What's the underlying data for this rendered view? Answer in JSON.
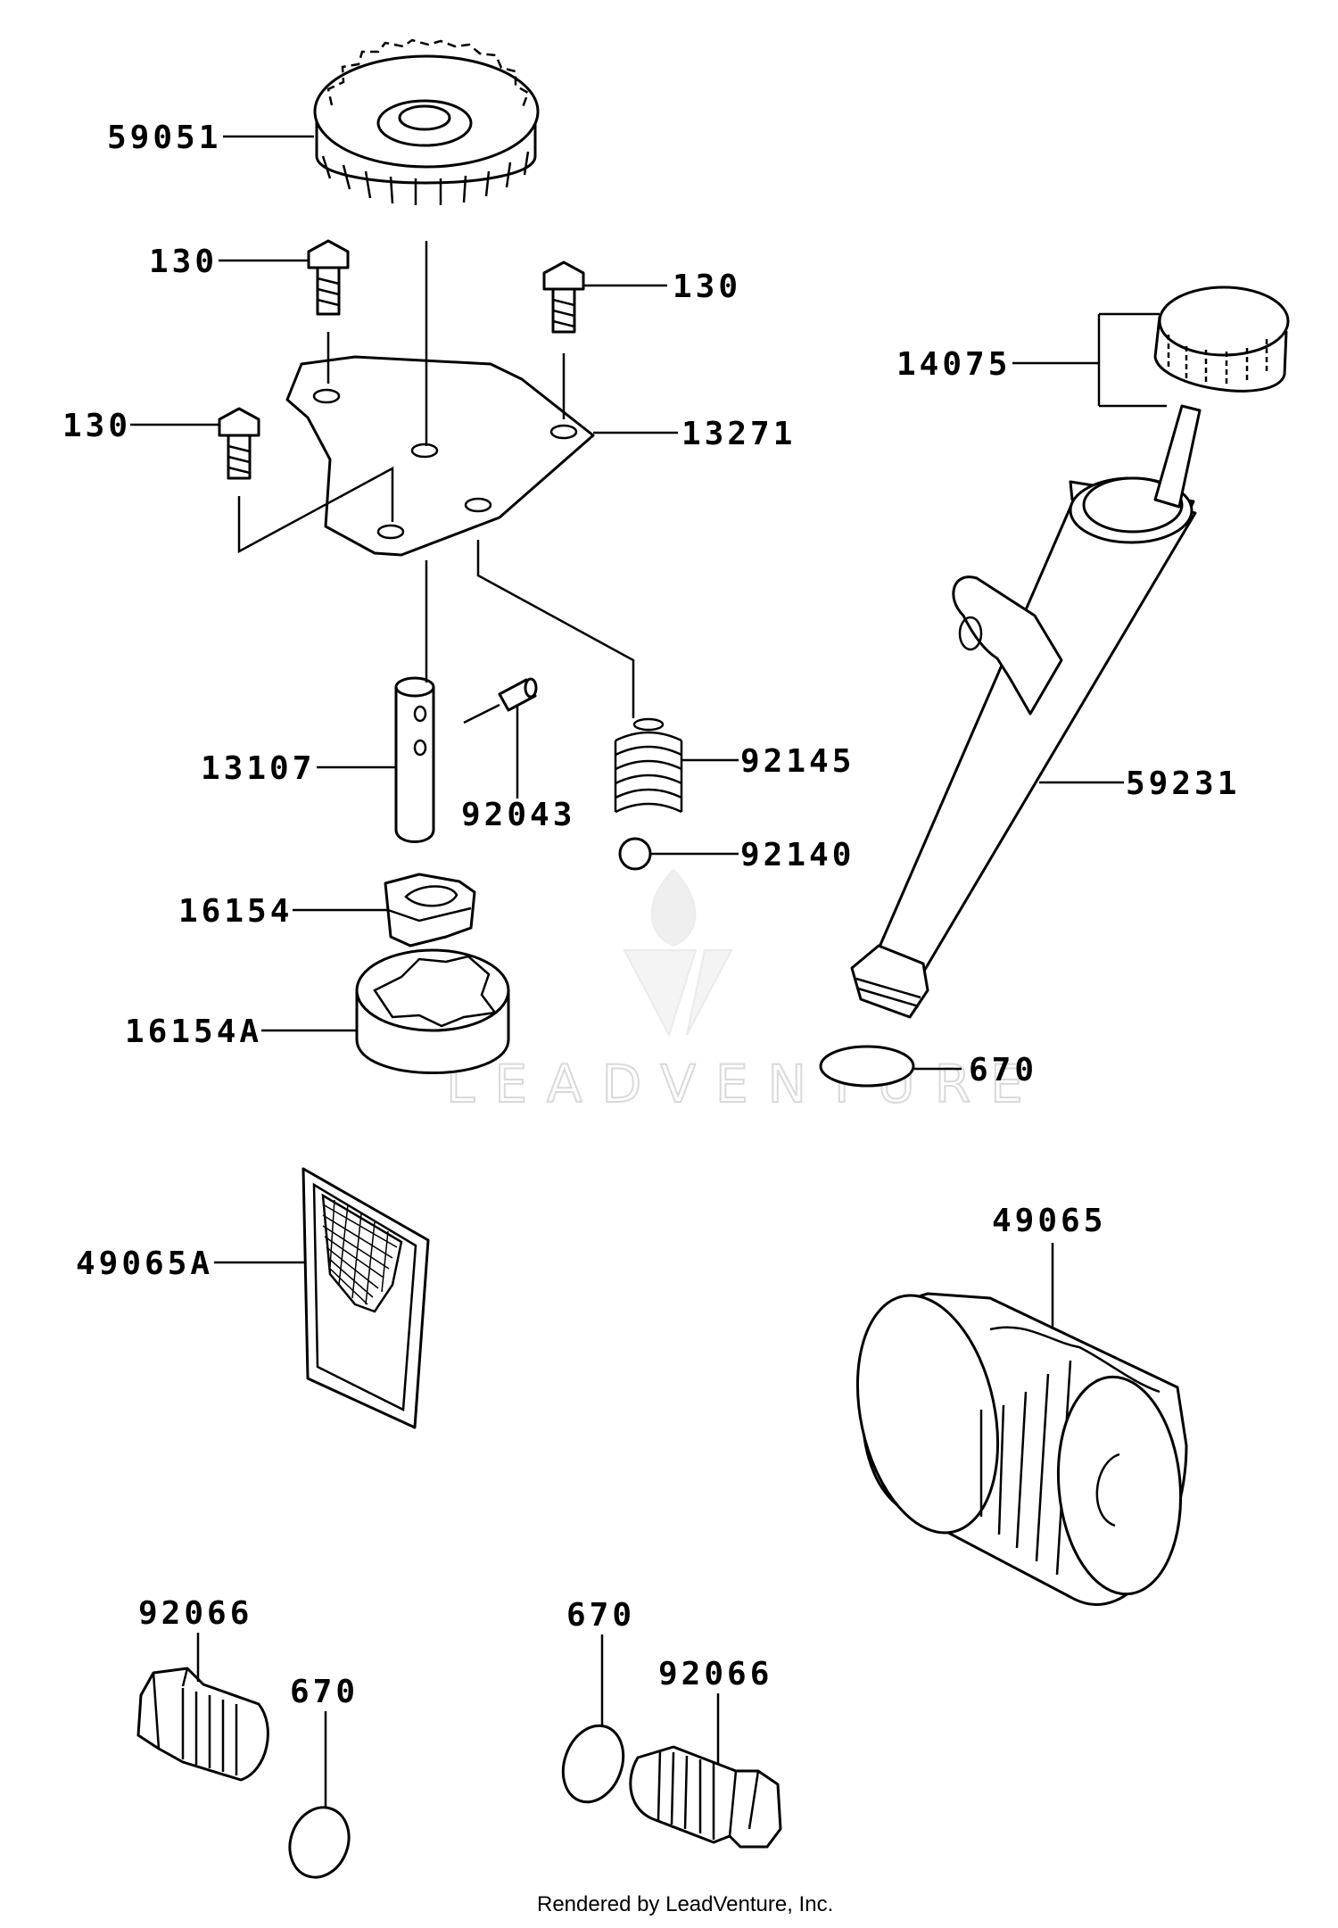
{
  "diagram": {
    "labels": {
      "p59051": "59051",
      "p130_a": "130",
      "p130_b": "130",
      "p130_c": "130",
      "p13271": "13271",
      "p14075": "14075",
      "p59231": "59231",
      "p13107": "13107",
      "p92043": "92043",
      "p92145": "92145",
      "p92140": "92140",
      "p16154": "16154",
      "p16154A": "16154A",
      "p670_a": "670",
      "p49065A": "49065A",
      "p49065": "49065",
      "p92066_a": "92066",
      "p670_b": "670",
      "p670_c": "670",
      "p92066_b": "92066"
    },
    "watermark": "LEADVENTURE",
    "footer": "Rendered by LeadVenture, Inc."
  }
}
